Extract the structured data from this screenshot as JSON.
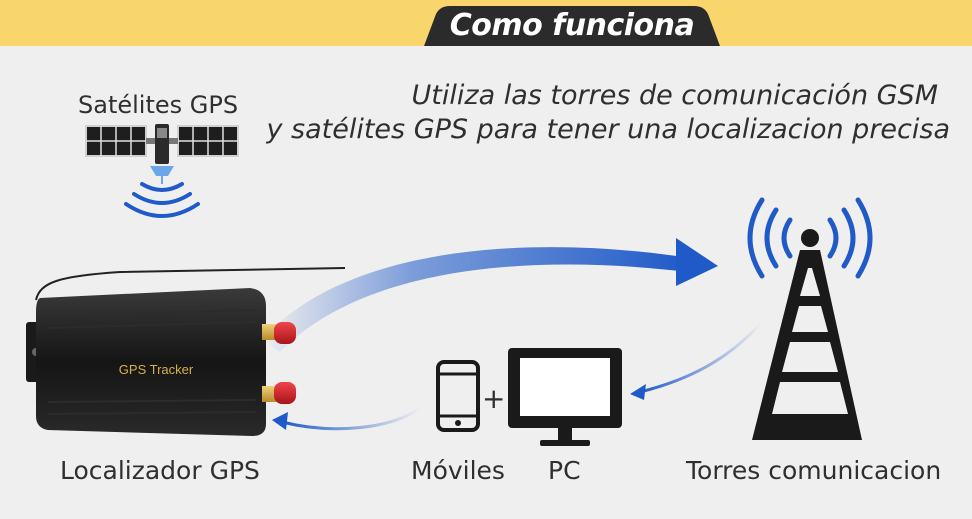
{
  "header": {
    "title": "Como funciona"
  },
  "intro": {
    "line1": "Utiliza las torres de comunicación GSM",
    "line2": "y satélites GPS para tener una localizacion precisa"
  },
  "satellite": {
    "label": "Satélites GPS",
    "icon": "satellite-icon"
  },
  "tracker": {
    "label": "Localizador GPS",
    "device_text": "GPS Tracker"
  },
  "devices": {
    "mobile_label": "Móviles",
    "plus": "+",
    "pc_label": "PC"
  },
  "tower": {
    "label": "Torres comunicacion",
    "icon": "cell-tower-icon"
  },
  "colors": {
    "band": "#f8d66c",
    "title_tab": "#2b2b2b",
    "arrow_blue": "#1f5ac8",
    "text": "#2f2f2f",
    "antenna_red": "#d8262b",
    "tracker_body": "#1b1b1b"
  }
}
